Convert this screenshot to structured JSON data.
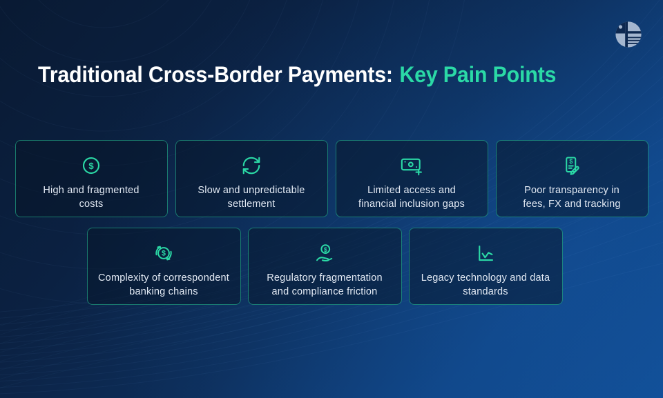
{
  "title": {
    "main": "Traditional Cross-Border Payments:",
    "accent": "Key Pain Points"
  },
  "brand": {
    "logo_icon": "globe-finance-logo"
  },
  "colors": {
    "accent_teal": "#2BD9A6",
    "background_dark": "#091A33",
    "background_light": "#114F97",
    "card_background": "rgba(6,19,38,0.5)",
    "card_border": "rgba(43,217,166,0.5)",
    "text_light": "#E3EAF4",
    "title_white": "#FFFFFF"
  },
  "cards": [
    {
      "icon": "dollar-circle-icon",
      "lines": [
        "High and fragmented",
        "costs"
      ]
    },
    {
      "icon": "refresh-icon",
      "lines": [
        "Slow and unpredictable",
        "settlement"
      ]
    },
    {
      "icon": "banknote-plus-icon",
      "lines": [
        "Limited access and",
        "financial inclusion gaps"
      ]
    },
    {
      "icon": "invoice-edit-icon",
      "lines": [
        "Poor transparency in",
        "fees, FX and tracking"
      ]
    },
    {
      "icon": "dollar-exchange-icon",
      "lines": [
        "Complexity of correspondent",
        "banking chains"
      ]
    },
    {
      "icon": "hand-coin-icon",
      "lines": [
        "Regulatory fragmentation",
        "and compliance friction"
      ]
    },
    {
      "icon": "line-chart-icon",
      "lines": [
        "Legacy technology and data",
        "standards"
      ]
    }
  ]
}
